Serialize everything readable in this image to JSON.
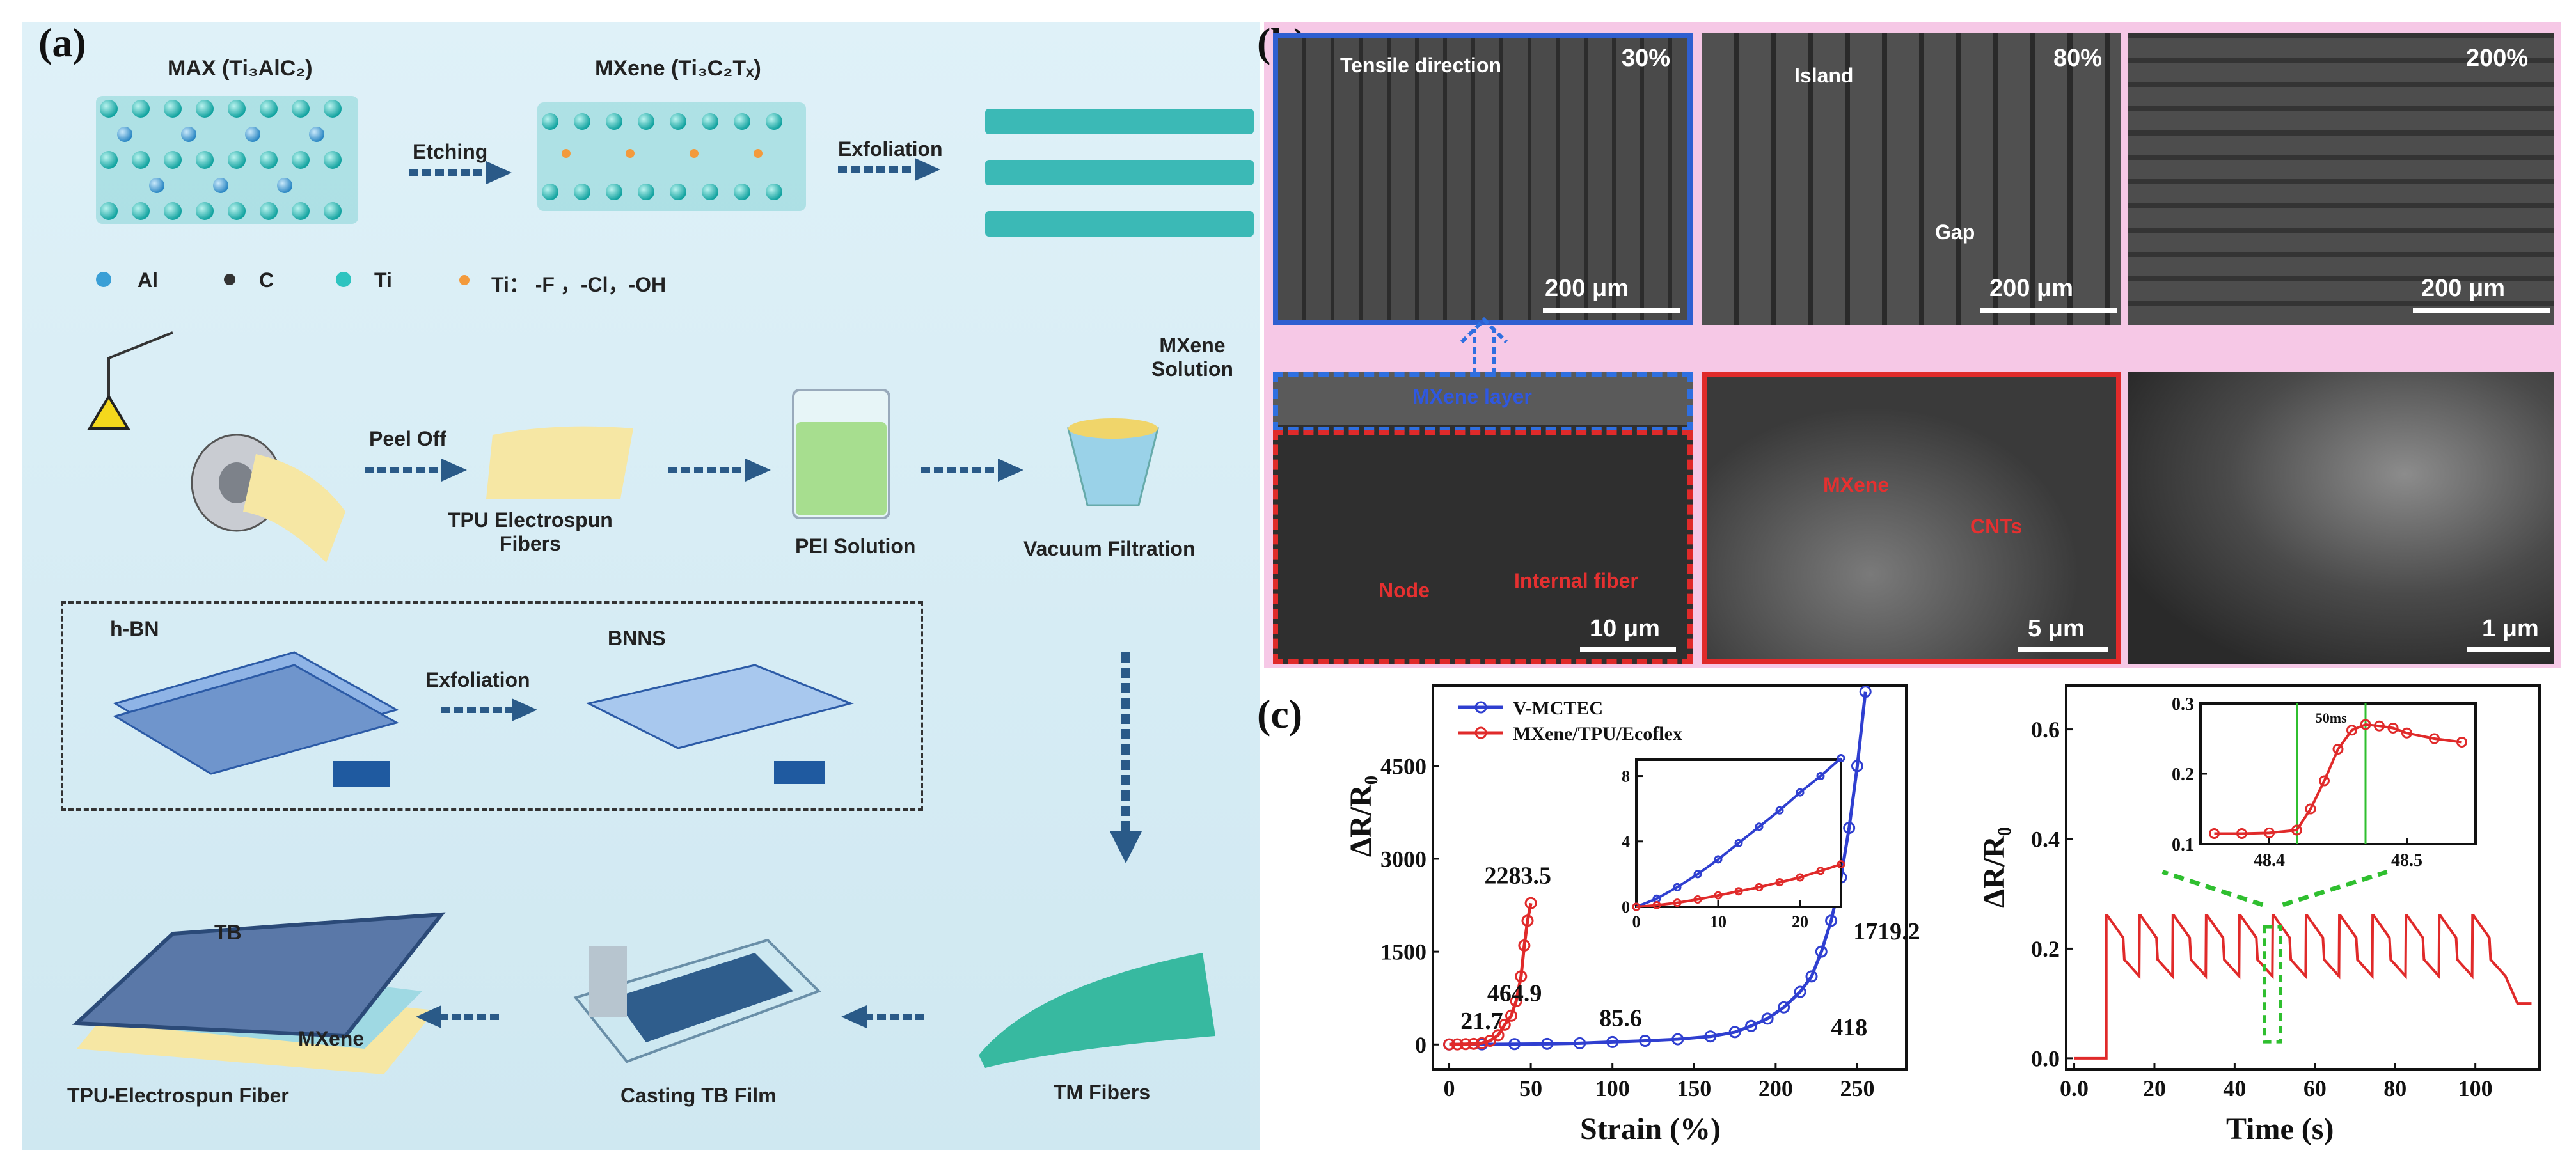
{
  "panel_a": {
    "letter": "(a)",
    "max_label": "MAX (Ti₃AlC₂)",
    "mxene_label": "MXene (Ti₃C₂Tₓ)",
    "etching": "Etching",
    "exfoliation_top": "Exfoliation",
    "legend": {
      "al": "Al",
      "c": "C",
      "ti": "Ti",
      "tx": "Ti： -F ，-Cl，-OH"
    },
    "mxene_solution": "MXene\nSolution",
    "peel_off": "Peel Off",
    "tpu_fibers": "TPU Electrospun\nFibers",
    "pei_solution": "PEI Solution",
    "vacuum_filtration": "Vacuum Filtration",
    "hbn": "h-BN",
    "bnns": "BNNS",
    "exfoliation_mid": "Exfoliation",
    "tb": "TB",
    "mxene_layer": "MXene",
    "tpu_electrospun_fiber": "TPU-Electrospun Fiber",
    "casting_tb_film": "Casting TB Film",
    "tm_fibers": "TM Fibers",
    "colors": {
      "ti": "#2ec4c0",
      "al": "#3a9fd6",
      "c": "#333333",
      "tx": "#f39a3c",
      "arrow": "#2a5a88",
      "orange": "#f08a2c"
    }
  },
  "panel_b": {
    "letter": "(b)",
    "top": [
      {
        "strain": "30%",
        "scale": "200 μm",
        "note": "Tensile direction"
      },
      {
        "strain": "80%",
        "scale": "200 μm",
        "island": "Island",
        "gap": "Gap"
      },
      {
        "strain": "200%",
        "scale": "200 μm"
      }
    ],
    "bottom": [
      {
        "scale": "10 μm",
        "layer": "MXene layer",
        "node": "Node",
        "fiber": "Internal fiber"
      },
      {
        "scale": "5 μm",
        "mxene": "MXene",
        "cnts": "CNTs"
      },
      {
        "scale": "1 μm"
      }
    ]
  },
  "panel_c": {
    "letter": "(c)",
    "left_chart_annotations": [
      "21.7",
      "464.9",
      "2283.5",
      "85.6",
      "418",
      "1719.2"
    ],
    "right_inset_marker": "50ms"
  },
  "chart_data": [
    {
      "type": "line",
      "xlabel": "Strain (%)",
      "ylabel": "ΔR/R₀",
      "xlim": [
        -10,
        280
      ],
      "ylim": [
        -400,
        5800
      ],
      "xticks": [
        0,
        50,
        100,
        150,
        200,
        250
      ],
      "yticks": [
        0,
        1500,
        3000,
        4500
      ],
      "series": [
        {
          "name": "V-MCTEC",
          "color": "#2f3fd0",
          "x": [
            0,
            20,
            40,
            60,
            80,
            100,
            120,
            140,
            160,
            175,
            185,
            195,
            205,
            215,
            222,
            228,
            234,
            240,
            245,
            250,
            255
          ],
          "y": [
            0,
            2,
            5,
            10,
            20,
            40,
            60,
            85,
            130,
            200,
            300,
            418,
            600,
            850,
            1100,
            1500,
            2000,
            2700,
            3500,
            4500,
            5700
          ]
        },
        {
          "name": "MXene/TPU/Ecoflex",
          "color": "#e02a2a",
          "x": [
            0,
            5,
            10,
            15,
            20,
            25,
            30,
            34,
            38,
            41,
            44,
            46,
            48,
            50
          ],
          "y": [
            0,
            2,
            5,
            10,
            21.7,
            60,
            150,
            320,
            464.9,
            700,
            1100,
            1600,
            2000,
            2283.5
          ]
        }
      ],
      "inset": {
        "xlim": [
          0,
          25
        ],
        "ylim": [
          0,
          9
        ],
        "xticks": [
          0,
          10,
          20
        ],
        "yticks": [
          0,
          4,
          8
        ],
        "series": [
          {
            "name": "V-MCTEC",
            "x": [
              0,
              2.5,
              5,
              7.5,
              10,
              12.5,
              15,
              17.5,
              20,
              22.5,
              25
            ],
            "y": [
              0,
              0.5,
              1.2,
              2.0,
              2.9,
              3.9,
              4.9,
              5.9,
              7.0,
              8.0,
              9.1
            ]
          },
          {
            "name": "MXene/TPU/Ecoflex",
            "x": [
              0,
              2.5,
              5,
              7.5,
              10,
              12.5,
              15,
              17.5,
              20,
              22.5,
              25
            ],
            "y": [
              0,
              0.1,
              0.25,
              0.45,
              0.7,
              0.95,
              1.2,
              1.5,
              1.8,
              2.2,
              2.6
            ]
          }
        ]
      }
    },
    {
      "type": "line",
      "xlabel": "Time (s)",
      "ylabel": "ΔR/R₀",
      "xlim": [
        -2,
        116
      ],
      "ylim": [
        -0.02,
        0.68
      ],
      "xticks": [
        0,
        20,
        40,
        60,
        80,
        100
      ],
      "yticks": [
        0.0,
        0.2,
        0.4,
        0.6
      ],
      "cycles": {
        "start": 8,
        "period": 8.3,
        "count": 12,
        "peak": 0.26,
        "trough": 0.15,
        "end_value": 0.1
      },
      "inset": {
        "xlim": [
          48.35,
          48.55
        ],
        "ylim": [
          0.1,
          0.3
        ],
        "xticks": [
          48.4,
          48.5
        ],
        "yticks": [
          0.1,
          0.2,
          0.3
        ],
        "x": [
          48.36,
          48.38,
          48.4,
          48.42,
          48.43,
          48.44,
          48.45,
          48.46,
          48.47,
          48.48,
          48.49,
          48.5,
          48.52,
          48.54
        ],
        "y": [
          0.115,
          0.115,
          0.116,
          0.12,
          0.15,
          0.19,
          0.235,
          0.262,
          0.27,
          0.268,
          0.265,
          0.258,
          0.25,
          0.245
        ],
        "markers": [
          48.42,
          48.47
        ]
      }
    }
  ]
}
